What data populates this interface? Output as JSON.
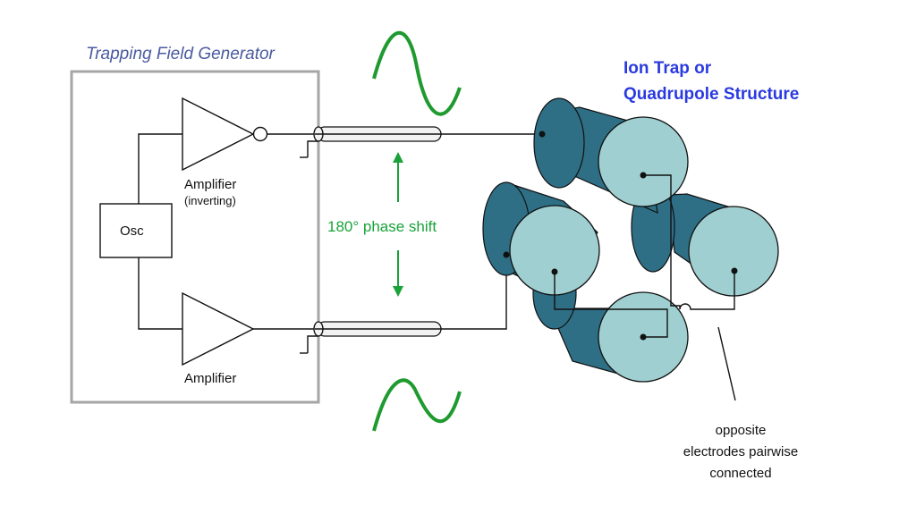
{
  "labels": {
    "generator_title": "Trapping Field Generator",
    "device_title_line1": "Ion Trap or",
    "device_title_line2": "Quadrupole Structure",
    "osc": "Osc",
    "amp_top_line1": "Amplifier",
    "amp_top_line2": "(inverting)",
    "amp_bottom": "Amplifier",
    "phase_shift": "180° phase shift",
    "note_line1": "opposite",
    "note_line2": "electrodes pairwise",
    "note_line3": "connected"
  },
  "colors": {
    "box_border": "#a6a6a6",
    "sine_wave": "#1f9a2f",
    "arrow": "#19a23a",
    "electrode_body": "#2e6f86",
    "electrode_face": "#9fcfd1",
    "coax": "#f2f2f2",
    "generator_title": "#4a5aa0",
    "device_title": "#2a3ae0"
  },
  "icons": {
    "ground": "ground-icon",
    "inverter_bubble": "inverter-bubble-icon",
    "amplifier": "triangle-amplifier-icon"
  }
}
